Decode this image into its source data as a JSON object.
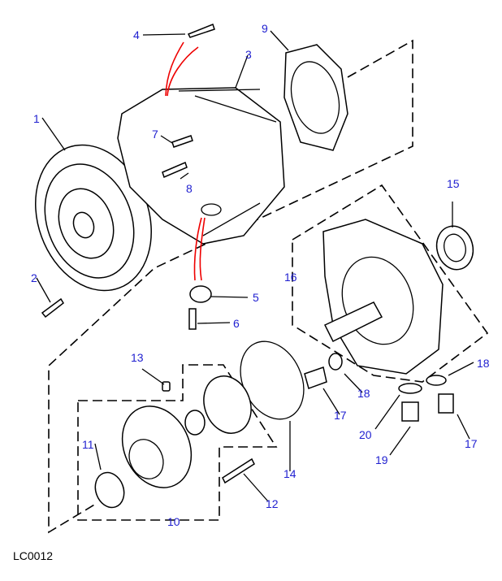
{
  "diagram": {
    "reference_code": "LC0012",
    "callouts": [
      {
        "id": "1",
        "label": "1"
      },
      {
        "id": "2",
        "label": "2"
      },
      {
        "id": "3",
        "label": "3"
      },
      {
        "id": "4",
        "label": "4"
      },
      {
        "id": "5",
        "label": "5"
      },
      {
        "id": "6",
        "label": "6"
      },
      {
        "id": "7",
        "label": "7"
      },
      {
        "id": "8",
        "label": "8"
      },
      {
        "id": "9",
        "label": "9"
      },
      {
        "id": "10",
        "label": "10"
      },
      {
        "id": "11",
        "label": "11"
      },
      {
        "id": "12",
        "label": "12"
      },
      {
        "id": "13",
        "label": "13"
      },
      {
        "id": "14",
        "label": "14"
      },
      {
        "id": "15",
        "label": "15"
      },
      {
        "id": "16",
        "label": "16"
      },
      {
        "id": "17a",
        "label": "17"
      },
      {
        "id": "17b",
        "label": "17"
      },
      {
        "id": "18a",
        "label": "18"
      },
      {
        "id": "18b",
        "label": "18"
      },
      {
        "id": "19",
        "label": "19"
      },
      {
        "id": "20",
        "label": "20"
      }
    ],
    "colors": {
      "callout_text": "#1f1fd0",
      "line_art": "#000000",
      "highlight": "#e00000",
      "background": "#ffffff"
    }
  }
}
